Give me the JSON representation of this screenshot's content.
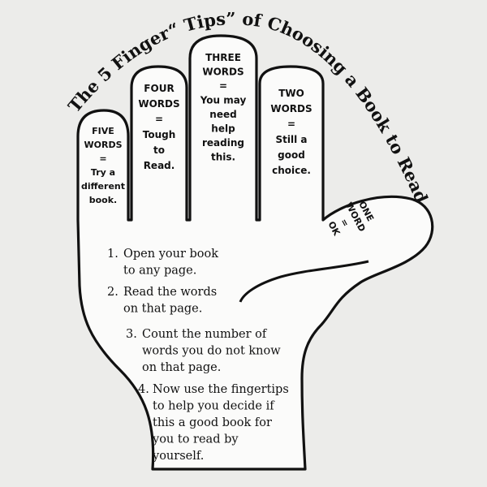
{
  "title": {
    "part1": "The 5 Finger",
    "part2": "“ Tips”",
    "part3": " of Choosing a Book to Read"
  },
  "fingers": [
    {
      "id": "five",
      "lines": [
        "FIVE",
        "WORDS",
        "=",
        "Try a",
        "different",
        "book."
      ]
    },
    {
      "id": "four",
      "lines": [
        "FOUR",
        "WORDS",
        "=",
        "Tough",
        "to",
        "Read."
      ]
    },
    {
      "id": "three",
      "lines": [
        "THREE",
        "WORDS",
        "=",
        "You may",
        "need",
        "help",
        "reading",
        "this."
      ]
    },
    {
      "id": "two",
      "lines": [
        "TWO",
        "WORDS",
        "=",
        "Still a",
        "good",
        "choice."
      ]
    },
    {
      "id": "one",
      "lines": [
        "ONE",
        "WORD",
        "=",
        "OK"
      ]
    }
  ],
  "steps": [
    {
      "number": "1.",
      "lines": [
        "Open your book",
        "to any page."
      ]
    },
    {
      "number": "2.",
      "lines": [
        "Read the words",
        "on that page."
      ]
    },
    {
      "number": "3.",
      "lines": [
        "Count the number of",
        "words you do not know",
        "on that page."
      ]
    },
    {
      "number": "4.",
      "lines": [
        "Now use the fingertips",
        "to help you decide if",
        "this a good book for",
        "you to read by",
        "yourself."
      ]
    }
  ],
  "colors": {
    "ink": "#111111",
    "paper": "#ececea",
    "hand_fill": "#fbfbfa"
  }
}
